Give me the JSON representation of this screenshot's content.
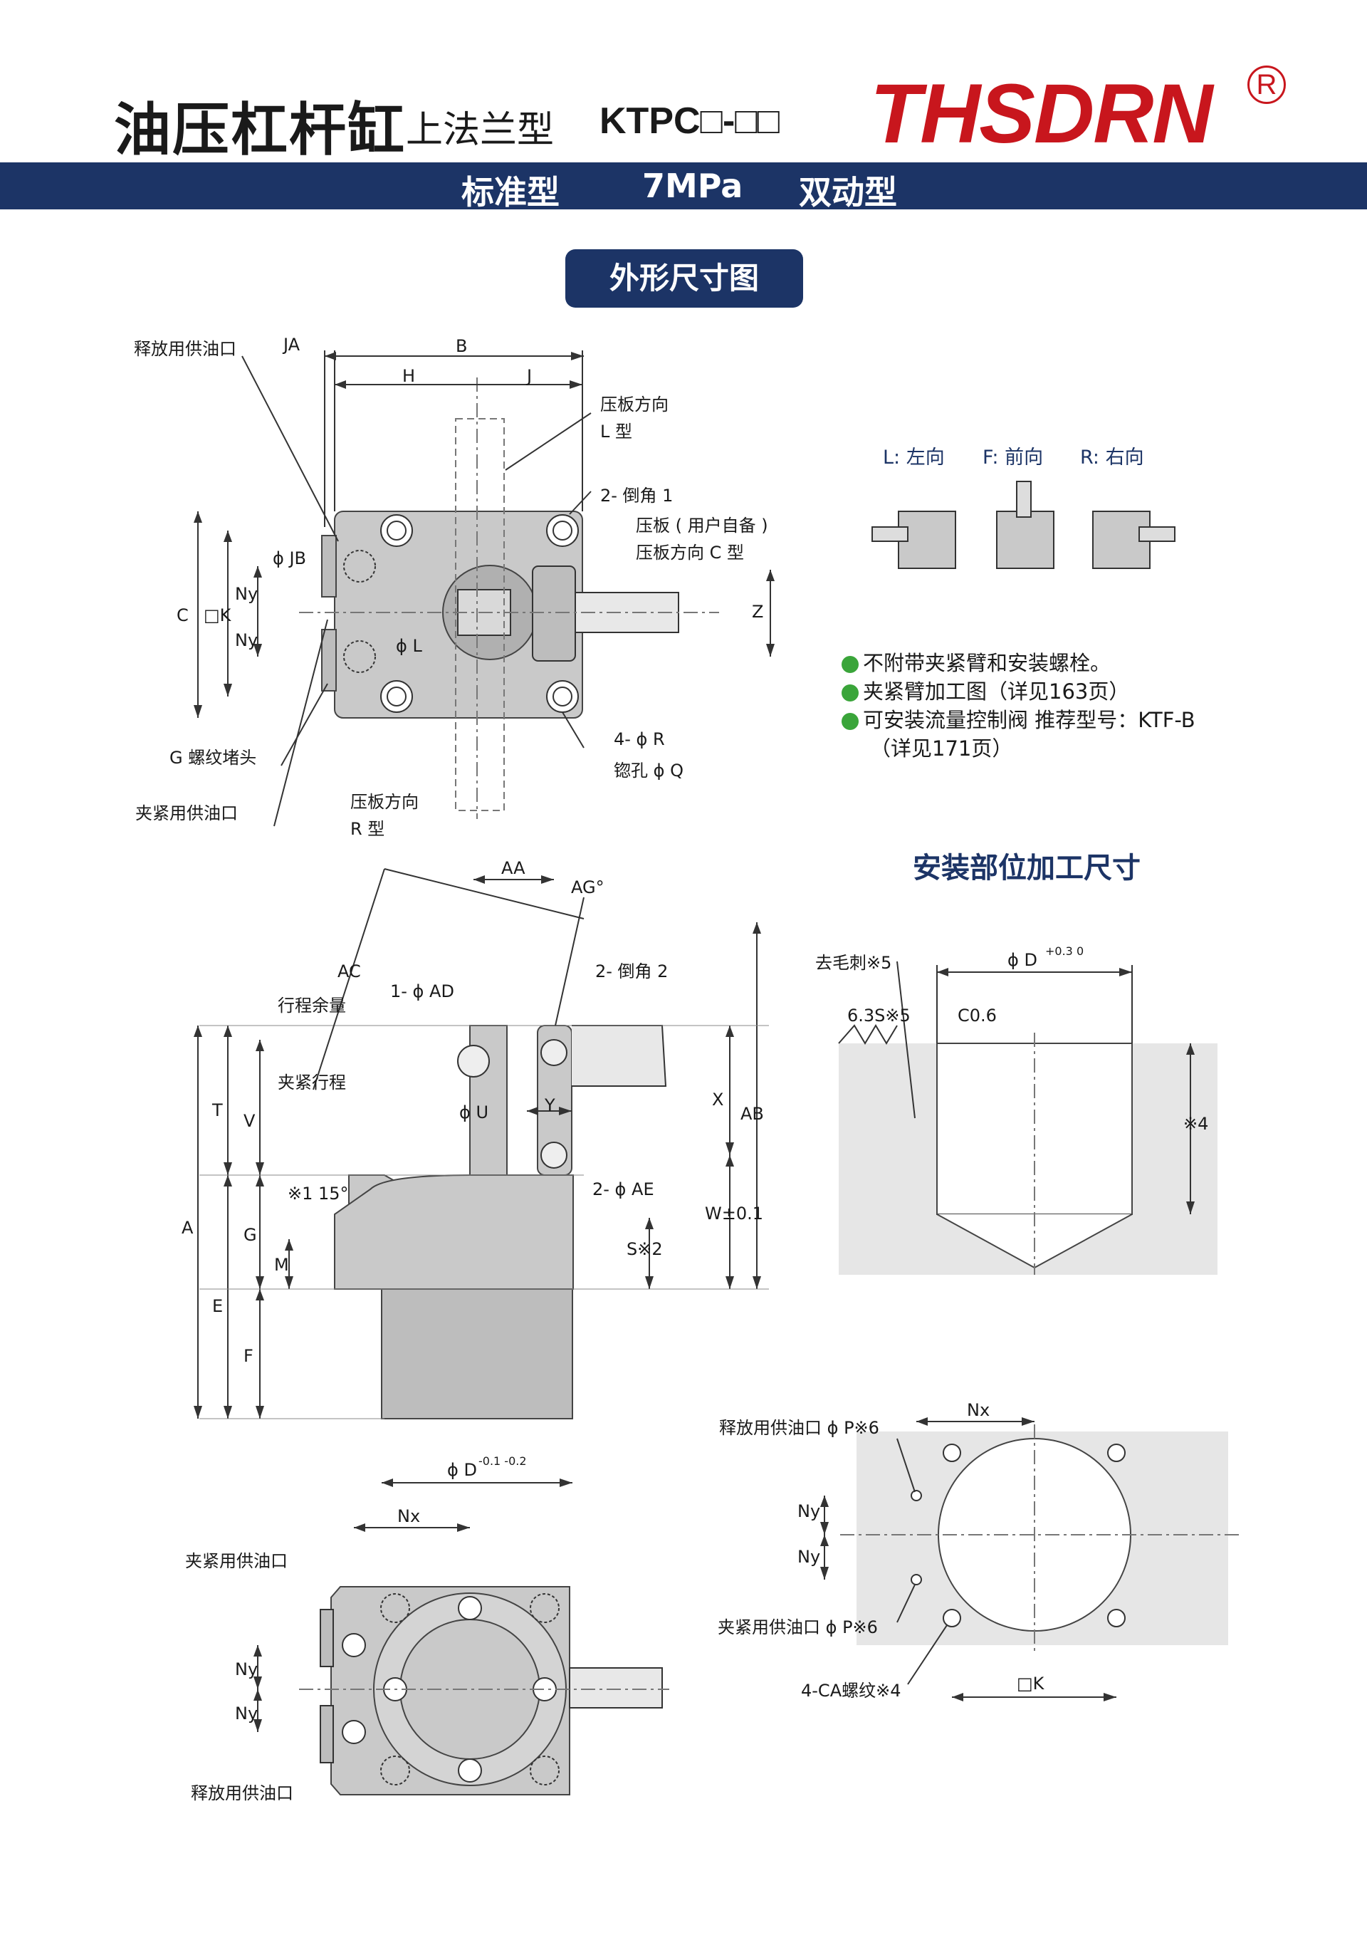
{
  "header": {
    "title": "油压杠杆缸",
    "subtitle": "上法兰型",
    "model": "KTPC□-□□",
    "brand": "THSDRN",
    "registered": "R"
  },
  "band": {
    "type": "标准型",
    "pressure": "7MPa",
    "action": "双动型"
  },
  "section_title": "外形尺寸图",
  "mounting_title": "安装部位加工尺寸",
  "directions": {
    "left": "L: 左向",
    "front": "F: 前向",
    "right": "R: 右向"
  },
  "notes": [
    "不附带夹紧臂和安装螺栓。",
    "夹紧臂加工图（详见163页）",
    "可安装流量控制阀 推荐型号：KTF-B",
    "（详见171页）"
  ],
  "top_view": {
    "release_port": "释放用供油口",
    "JA": "JA",
    "B": "B",
    "H": "H",
    "J": "J",
    "plate_dir_L": "压板方向",
    "L_type": "L 型",
    "chamfer1": "2- 倒角 1",
    "plate_user": "压板 ( 用户自备 )",
    "plate_dir_C": "压板方向 C 型",
    "phiJB": "ϕ JB",
    "Ny1": "Ny",
    "Ny2": "Ny",
    "C": "C",
    "K": "□K",
    "phiL": "ϕ L",
    "Z": "Z",
    "phiR": "4- ϕ R",
    "phiQ": "锪孔 ϕ Q",
    "G_plug": "G 螺纹堵头",
    "clamp_port": "夹紧用供油口",
    "plate_dir_R": "压板方向",
    "R_type": "R 型"
  },
  "side_view": {
    "AA": "AA",
    "AG": "AG°",
    "AC": "AC",
    "AD": "1- ϕ AD",
    "chamfer2": "2- 倒角 2",
    "stroke_margin": "行程余量",
    "clamp_stroke": "夹紧行程",
    "T": "T",
    "V": "V",
    "phiU": "ϕ U",
    "Y": "Y",
    "X": "X",
    "AB": "AB",
    "angle15": "※1 15°",
    "AE": "2- ϕ AE",
    "A": "A",
    "G": "G",
    "M": "M",
    "W": "W±0.1",
    "S": "S※2",
    "E": "E",
    "F": "F",
    "phiD": "ϕ D",
    "phiD_tol": "-0.1 -0.2"
  },
  "mount_section": {
    "deburr": "去毛刺※5",
    "roughness": "6.3S※5",
    "phiD": "ϕ D",
    "tol": "+0.3 0",
    "C06": "C0.6",
    "note4": "※4"
  },
  "bottom_view": {
    "Nx": "Nx",
    "clamp_port": "夹紧用供油口",
    "release_port": "释放用供油口",
    "Ny1": "Ny",
    "Ny2": "Ny"
  },
  "mount_plan": {
    "Nx": "Nx",
    "release_port": "释放用供油口 ϕ P※6",
    "clamp_port": "夹紧用供油口 ϕ P※6",
    "Ny1": "Ny",
    "Ny2": "Ny",
    "CA": "4-CA螺纹※4",
    "K": "□K"
  }
}
